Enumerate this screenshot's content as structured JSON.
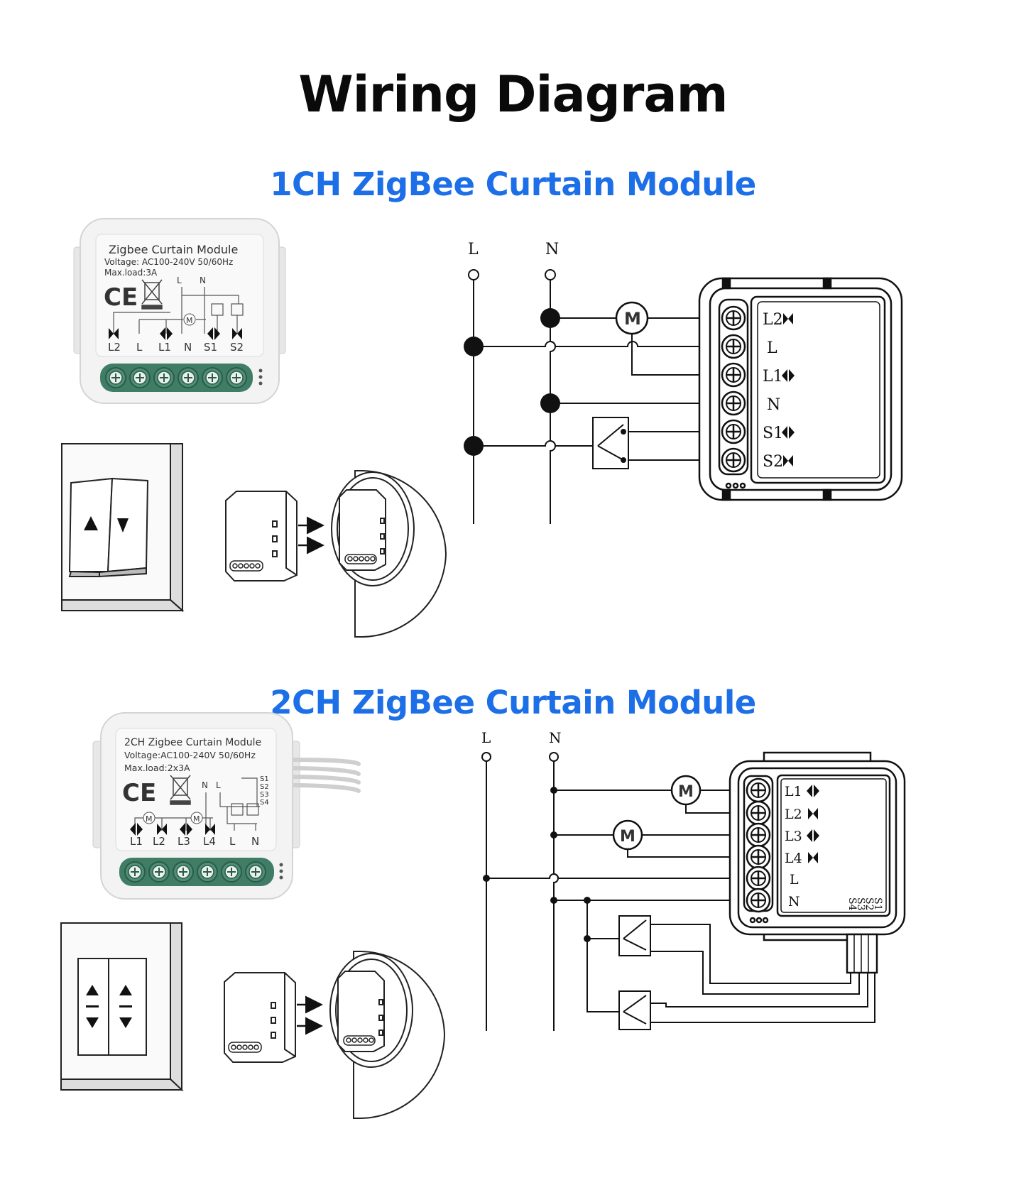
{
  "title": "Wiring Diagram",
  "section1": {
    "heading": "1CH ZigBee Curtain Module",
    "label": {
      "name": "Zigbee Curtain Module",
      "voltage": "Voltage: AC100-240V 50/60Hz",
      "maxload": "Max.load:3A",
      "top_L": "L",
      "top_N": "N",
      "motor": "M",
      "terminals": [
        "L2",
        "L",
        "L1",
        "N",
        "S1",
        "S2"
      ]
    },
    "diagram": {
      "line_L": "L",
      "line_N": "N",
      "motor": "M",
      "terminals": [
        "L2",
        "L",
        "L1",
        "N",
        "S1",
        "S2"
      ]
    }
  },
  "section2": {
    "heading": "2CH ZigBee Curtain Module",
    "label": {
      "name": "2CH Zigbee Curtain Module",
      "voltage": "Voltage:AC100-240V 50/60Hz",
      "maxload": "Max.load:2x3A",
      "top_N": "N",
      "top_L": "L",
      "s_labels": [
        "S1",
        "S2",
        "S3",
        "S4"
      ],
      "motor": "M",
      "terminals": [
        "L1",
        "L2",
        "L3",
        "L4",
        "L",
        "N"
      ]
    },
    "diagram": {
      "line_L": "L",
      "line_N": "N",
      "motor": "M",
      "terminals": [
        "L1",
        "L2",
        "L3",
        "L4",
        "L",
        "N"
      ],
      "s_labels": [
        "S1",
        "S2",
        "S3",
        "S4"
      ]
    }
  }
}
